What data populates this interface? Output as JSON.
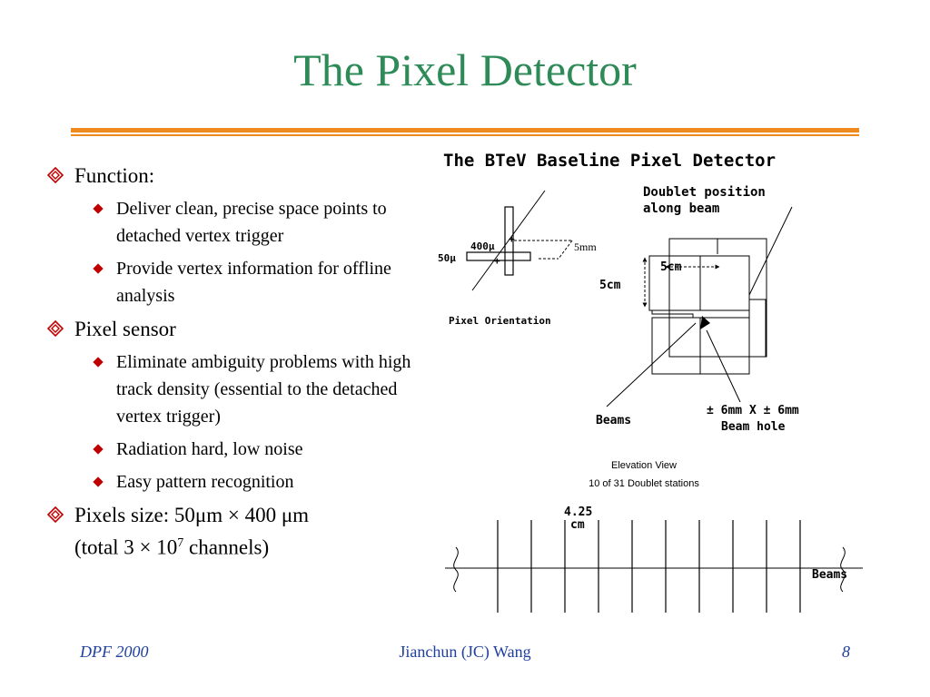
{
  "slide": {
    "title": "The Pixel Detector"
  },
  "bullets": {
    "function": {
      "label": "Function:",
      "subs": [
        "Deliver clean, precise space points to detached vertex trigger",
        "Provide vertex information for offline analysis"
      ]
    },
    "sensor": {
      "label": "Pixel sensor",
      "subs": [
        "Eliminate ambiguity problems with high track density (essential to the detached vertex trigger)",
        "Radiation hard, low noise",
        "Easy pattern recognition"
      ]
    },
    "size": {
      "line1": "Pixels size:  50μm × 400 μm",
      "line2_prefix": "(total 3 × 10",
      "line2_exp": "7",
      "line2_suffix": "  channels)"
    }
  },
  "figure": {
    "title": "The BTeV Baseline Pixel Detector",
    "doublet_line1": "Doublet position",
    "doublet_line2": "along beam",
    "dim_400": "400μ",
    "dim_50": "50μ",
    "dim_5mm": "5mm",
    "pixel_orientation": "Pixel Orientation",
    "dim_5cm_inner": "5cm",
    "dim_5cm_side": "5cm",
    "beams_label": "Beams",
    "hole_line1": "± 6mm X ± 6mm",
    "hole_line2": "Beam hole",
    "elevation": "Elevation View",
    "stations": "10 of 31 Doublet stations",
    "spacing_value": "4.25",
    "spacing_unit": "cm",
    "beams_bottom": "Beams"
  },
  "footer": {
    "left": "DPF 2000",
    "center": "Jianchun (JC) Wang",
    "right": "8"
  },
  "colors": {
    "title": "#2e8b57",
    "rule": "#ef8a1c",
    "footer": "#1f3f9f",
    "bullet_l1": "#c00000",
    "bullet_l2": "#c00000"
  }
}
